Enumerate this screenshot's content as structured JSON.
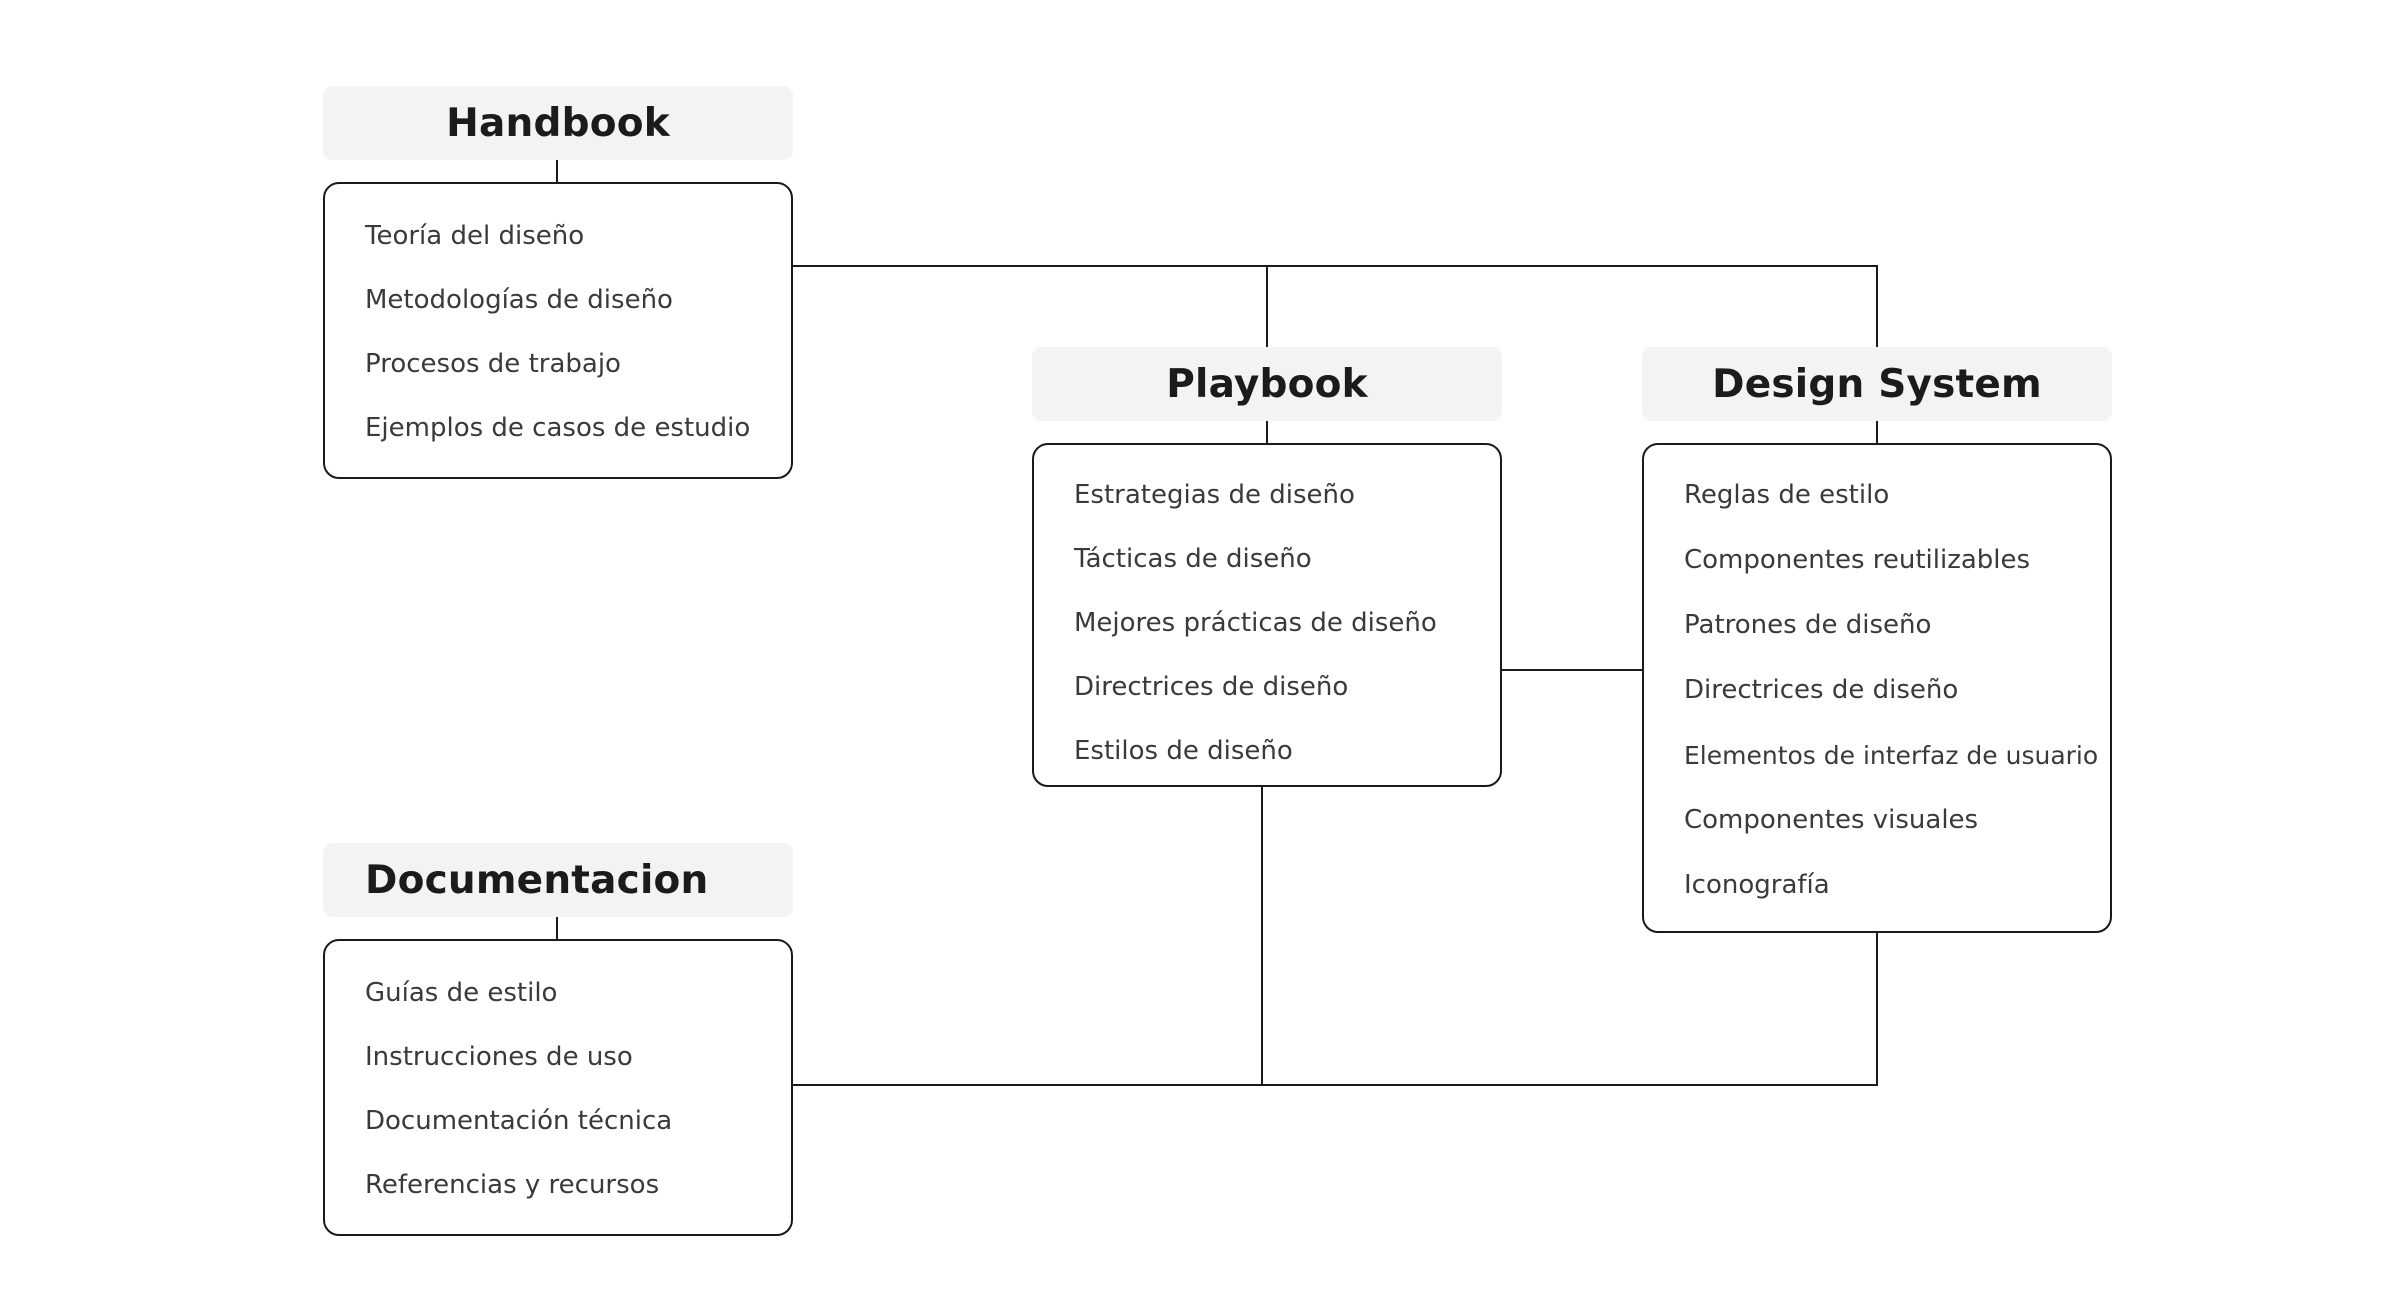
{
  "sections": {
    "handbook": {
      "title": "Handbook",
      "items": [
        "Teoría del diseño",
        "Metodologías de diseño",
        "Procesos de trabajo",
        "Ejemplos de casos de estudio"
      ]
    },
    "playbook": {
      "title": "Playbook",
      "items": [
        "Estrategias de diseño",
        "Tácticas de diseño",
        "Mejores prácticas de diseño",
        "Directrices de diseño",
        "Estilos de diseño"
      ]
    },
    "design_system": {
      "title": "Design System",
      "items": [
        "Reglas de estilo",
        "Componentes reutilizables",
        "Patrones de diseño",
        "Directrices de diseño",
        "Elementos de interfaz de usuario",
        "Componentes visuales",
        "Iconografía"
      ]
    },
    "documentacion": {
      "title": "Documentacion",
      "items": [
        "Guías de estilo",
        "Instrucciones de uso",
        "Documentación técnica",
        "Referencias y recursos"
      ]
    }
  },
  "colors": {
    "line": "#1a1a1a",
    "title_bg": "#f3f3f3",
    "item_text": "#3a3a3a",
    "title_text": "#1b1b1b"
  }
}
